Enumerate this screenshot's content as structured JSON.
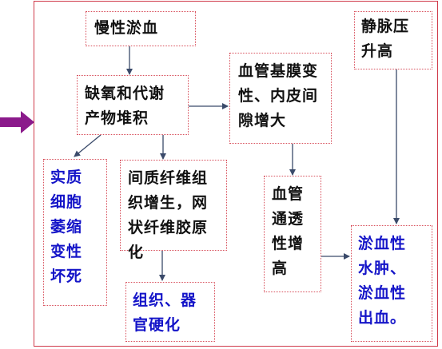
{
  "diagram": {
    "nodes": {
      "chronic_congestion": "慢性淤血",
      "venous_pressure": "静脉压\n升高",
      "hypoxia": "缺氧和代谢\n产物堆积",
      "basement": "血管基膜变\n性、内皮间\n隙增大",
      "parenchyma": "实质\n细胞\n萎缩\n变性\n坏死",
      "interstitial": "间质纤维组\n织增生，网\n状纤维胶原\n化",
      "permeability": "血管\n通透\n性增\n高",
      "edema": "淤血性\n水肿、\n淤血性\n出血。",
      "sclerosis": "组织、器\n官硬化"
    },
    "colors": {
      "frame": "#d03a4a",
      "box_border": "#d8505c",
      "arrow": "#3a4a6a",
      "side_arrow": "#8b1a8b",
      "result_text": "#1414c8"
    }
  }
}
